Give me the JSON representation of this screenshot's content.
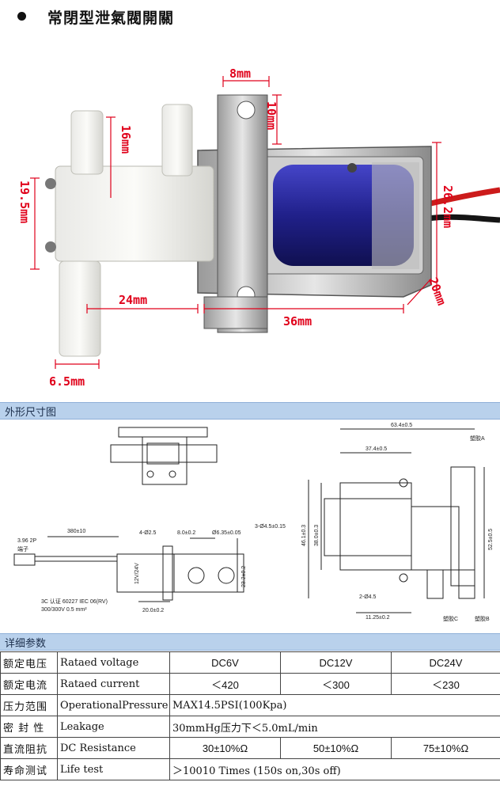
{
  "header": {
    "title": "常閉型泄氣閥開關"
  },
  "photo_dims": {
    "top": "8mm",
    "flange": "10mm",
    "nozzle": "16mm",
    "height": "19.5mm",
    "coil_h": "26.2mm",
    "body": "24mm",
    "depth": "20mm",
    "coil_w": "36mm",
    "outlet": "6.5mm"
  },
  "outline": {
    "heading": "外形尺寸图",
    "top_view": {},
    "side_view": {
      "wire_len": "380±10",
      "connector": "3.96 2P",
      "connector_sub": "端子",
      "holes4": "4-Ø2.5",
      "dim8": "8.0±0.2",
      "dim635": "Ø6.35±0.05",
      "holes3": "3-Ø4.5±0.15",
      "dim20": "20.0±0.2",
      "dim232": "23.2±0.2",
      "cable_note_1": "3C 认证 60227 IEC 06(RV)",
      "cable_note_2": "300/300V 0.5 mm²",
      "label_text": "12V/24V"
    },
    "right_view": {
      "dim634": "63.4±0.5",
      "dim374": "37.4±0.5",
      "dim461": "46.1±0.3",
      "dim380": "38.0±0.3",
      "dim525": "52.5±0.5",
      "holes2": "2-Ø4.5",
      "dim1125": "11.25±0.2",
      "label_a": "塑胶A",
      "label_b": "塑胶B",
      "label_c": "塑胶C"
    }
  },
  "specs": {
    "heading": "详细参数",
    "rows": [
      {
        "zh": "额定电压",
        "en": "Rataed   voltage",
        "v1": "DC6V",
        "v2": "DC12V",
        "v3": "DC24V"
      },
      {
        "zh": "额定电流",
        "en": "Rataed   current",
        "v1": "＜420",
        "v2": "＜300",
        "v3": "＜230"
      },
      {
        "zh": "压力范围",
        "en": "OperationalPressure",
        "val": "MAX14.5PSI(100Kpa)"
      },
      {
        "zh": "密 封 性",
        "en": "Leakage",
        "val": "30mmHg压力下＜5.0mL/min"
      },
      {
        "zh": "直流阻抗",
        "en": "DC Resistance",
        "v1": "30±10%Ω",
        "v2": "50±10%Ω",
        "v3": "75±10%Ω"
      },
      {
        "zh": "寿命测试",
        "en": "Life         test",
        "val": "＞10010 Times (150s on,30s off)"
      }
    ]
  },
  "colors": {
    "dimension_red": "#e0001a",
    "bar_blue": "#b9d1ec",
    "coil_blue": "#2a2a9e",
    "wire_red": "#cc1b1b"
  }
}
